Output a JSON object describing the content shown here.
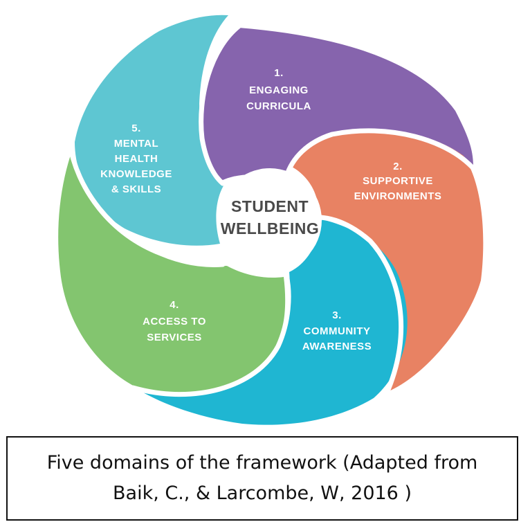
{
  "diagram": {
    "center": {
      "line1": "STUDENT",
      "line2": "WELLBEING"
    },
    "domains": [
      {
        "number": "1.",
        "lines": [
          "ENGAGING",
          "CURRICULA"
        ],
        "color": "#8664ad"
      },
      {
        "number": "2.",
        "lines": [
          "SUPPORTIVE",
          "ENVIRONMENTS"
        ],
        "color": "#e88263"
      },
      {
        "number": "3.",
        "lines": [
          "COMMUNITY",
          "AWARENESS"
        ],
        "color": "#1fb6d2"
      },
      {
        "number": "4.",
        "lines": [
          "ACCESS TO",
          "SERVICES"
        ],
        "color": "#83c56f"
      },
      {
        "number": "5.",
        "lines": [
          "MENTAL",
          "HEALTH",
          "KNOWLEDGE",
          "& SKILLS"
        ],
        "color": "#5ec6d2"
      }
    ]
  },
  "caption": {
    "line1": "Five domains of the framework (Adapted from",
    "line2": "Baik, C., & Larcombe, W,  2016 )"
  }
}
